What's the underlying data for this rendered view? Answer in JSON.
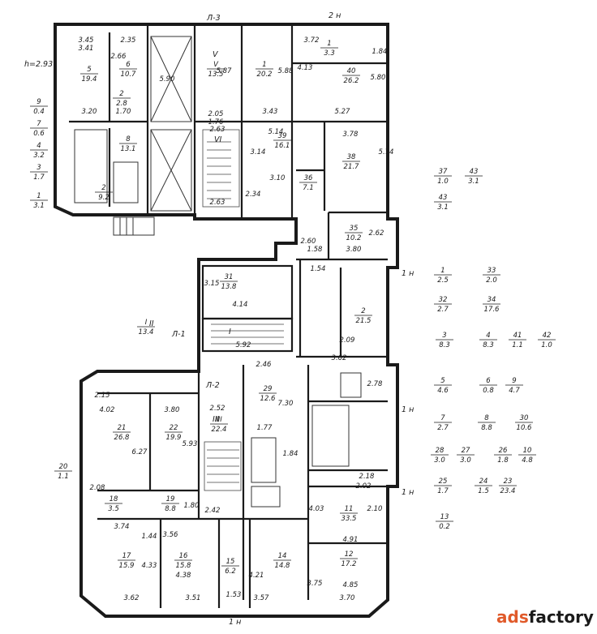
{
  "title": "",
  "header_label": "h=2.93",
  "stairs": [
    {
      "label": "Л-3"
    },
    {
      "label": "Л-1"
    },
    {
      "label": "Л-2"
    }
  ],
  "roman": [
    "V",
    "VI",
    "I",
    "II",
    "III"
  ],
  "entrances": [
    "2 н",
    "1 н",
    "1 н",
    "1 н",
    "1 н"
  ],
  "legend_left": [
    {
      "num": "9",
      "val": "0.4"
    },
    {
      "num": "7",
      "val": "0.6"
    },
    {
      "num": "4",
      "val": "3.2"
    },
    {
      "num": "3",
      "val": "1.7"
    },
    {
      "num": "1",
      "val": "3.1"
    },
    {
      "num": "20",
      "val": "1.1"
    },
    {
      "num": "I",
      "val": "13.4"
    }
  ],
  "legend_right": [
    {
      "num": "37",
      "val": "1.0"
    },
    {
      "num": "43",
      "val": "3.1"
    },
    {
      "num": "43",
      "val": "3.1"
    },
    {
      "num": "1",
      "val": "2.5"
    },
    {
      "num": "33",
      "val": "2.0"
    },
    {
      "num": "32",
      "val": "2.7"
    },
    {
      "num": "34",
      "val": "17.6"
    },
    {
      "num": "3",
      "val": "8.3"
    },
    {
      "num": "4",
      "val": "8.3"
    },
    {
      "num": "41",
      "val": "1.1"
    },
    {
      "num": "42",
      "val": "1.0"
    },
    {
      "num": "5",
      "val": "4.6"
    },
    {
      "num": "6",
      "val": "0.8"
    },
    {
      "num": "9",
      "val": "4.7"
    },
    {
      "num": "7",
      "val": "2.7"
    },
    {
      "num": "8",
      "val": "8.8"
    },
    {
      "num": "30",
      "val": "10.6"
    },
    {
      "num": "28",
      "val": "3.0"
    },
    {
      "num": "27",
      "val": "3.0"
    },
    {
      "num": "26",
      "val": "1.8"
    },
    {
      "num": "10",
      "val": "4.8"
    },
    {
      "num": "25",
      "val": "1.7"
    },
    {
      "num": "24",
      "val": "1.5"
    },
    {
      "num": "23",
      "val": "23.4"
    },
    {
      "num": "13",
      "val": "0.2"
    }
  ],
  "rooms": [
    {
      "num": "5",
      "val": "19.4"
    },
    {
      "num": "6",
      "val": "10.7"
    },
    {
      "num": "2",
      "val": "2.8"
    },
    {
      "num": "8",
      "val": "13.1"
    },
    {
      "num": "2",
      "val": "9.2"
    },
    {
      "num": "V",
      "val": "13.5"
    },
    {
      "num": "1",
      "val": "20.2"
    },
    {
      "num": "1",
      "val": "3.3"
    },
    {
      "num": "40",
      "val": "26.2"
    },
    {
      "num": "39",
      "val": "16.1"
    },
    {
      "num": "38",
      "val": "21.7"
    },
    {
      "num": "36",
      "val": "7.1"
    },
    {
      "num": "35",
      "val": "10.2"
    },
    {
      "num": "31",
      "val": "13.8"
    },
    {
      "num": "2",
      "val": "21.5"
    },
    {
      "num": "21",
      "val": "26.8"
    },
    {
      "num": "22",
      "val": "19.9"
    },
    {
      "num": "III",
      "val": "22.4"
    },
    {
      "num": "29",
      "val": "12.6"
    },
    {
      "num": "18",
      "val": "3.5"
    },
    {
      "num": "19",
      "val": "8.8"
    },
    {
      "num": "11",
      "val": "33.5"
    },
    {
      "num": "12",
      "val": "17.2"
    },
    {
      "num": "17",
      "val": "15.9"
    },
    {
      "num": "16",
      "val": "15.8"
    },
    {
      "num": "15",
      "val": "6.2"
    },
    {
      "num": "14",
      "val": "14.8"
    }
  ],
  "dims": [
    "3.45",
    "2.35",
    "3.41",
    "2.66",
    "3.20",
    "1.70",
    "5.90",
    "5.87",
    "2.05",
    "1.76",
    "3.43",
    "5.88",
    "3.72",
    "1.84",
    "4.13",
    "5.80",
    "5.27",
    "3.78",
    "5.14",
    "3.14",
    "5.74",
    "2.63",
    "2.34",
    "3.10",
    "2.63",
    "2.60",
    "1.58",
    "2.62",
    "3.80",
    "1.54",
    "3.15",
    "4.14",
    "5.92",
    "2.46",
    "2.09",
    "3.62",
    "2.78",
    "2.15",
    "4.02",
    "3.80",
    "6.27",
    "5.93",
    "1.80",
    "2.52",
    "2.42",
    "2.08",
    "3.74",
    "3.56",
    "1.44",
    "4.33",
    "4.38",
    "4.21",
    "3.62",
    "3.51",
    "3.57",
    "3.70",
    "3.75",
    "4.91",
    "4.85",
    "2.18",
    "2.02",
    "2.10",
    "1.53",
    "7.30",
    "1.84",
    "1.77",
    "4.03"
  ],
  "watermark": {
    "text_a": "ads",
    "text_b": "factory",
    "color_a": "#e05a2a",
    "color_b": "#1a1a1a"
  }
}
